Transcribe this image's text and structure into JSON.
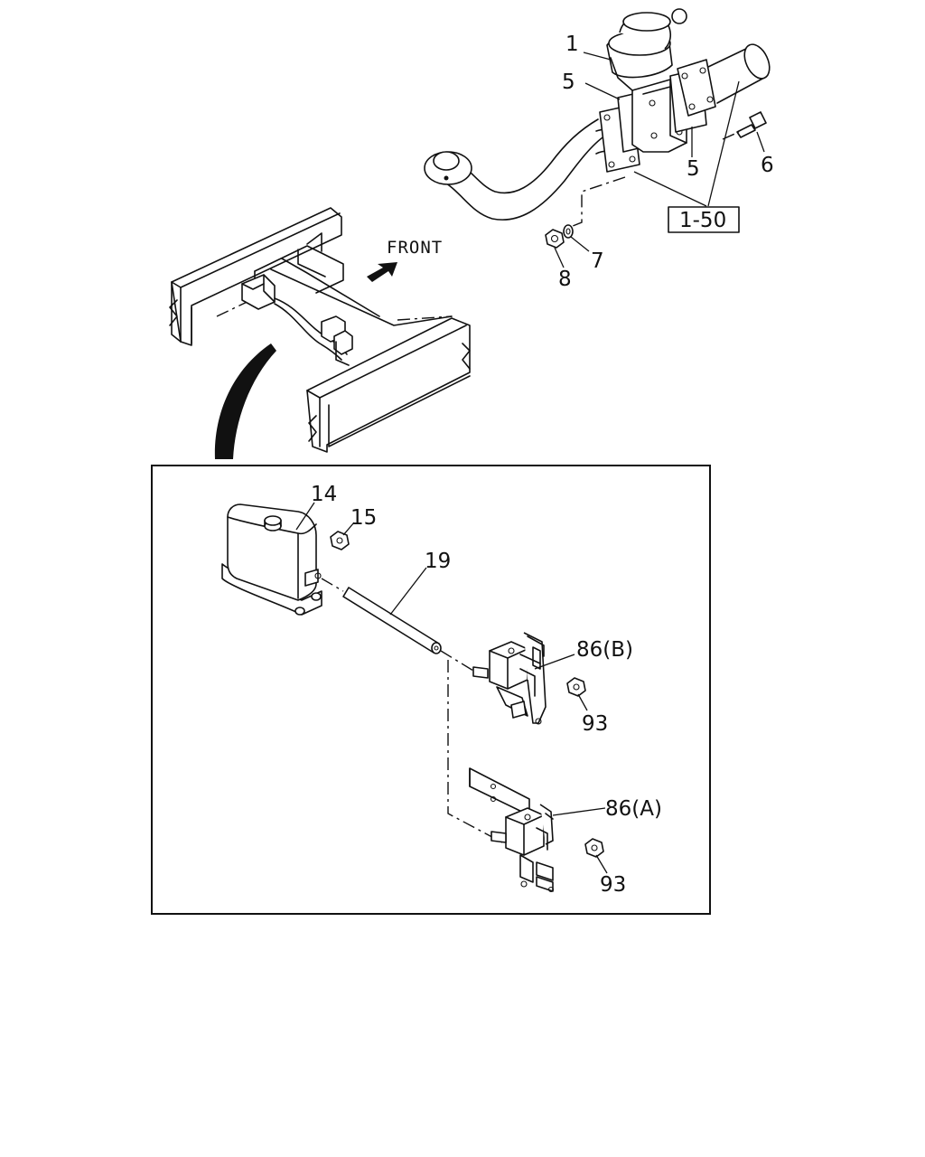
{
  "front_label": "FRONT",
  "ref_box": "1-50",
  "callouts": {
    "c1": "1",
    "c5a": "5",
    "c5b": "5",
    "c6": "6",
    "c7": "7",
    "c8": "8",
    "c14": "14",
    "c15": "15",
    "c19": "19",
    "c86b": "86(B)",
    "c93a": "93",
    "c86a": "86(A)",
    "c93b": "93"
  }
}
